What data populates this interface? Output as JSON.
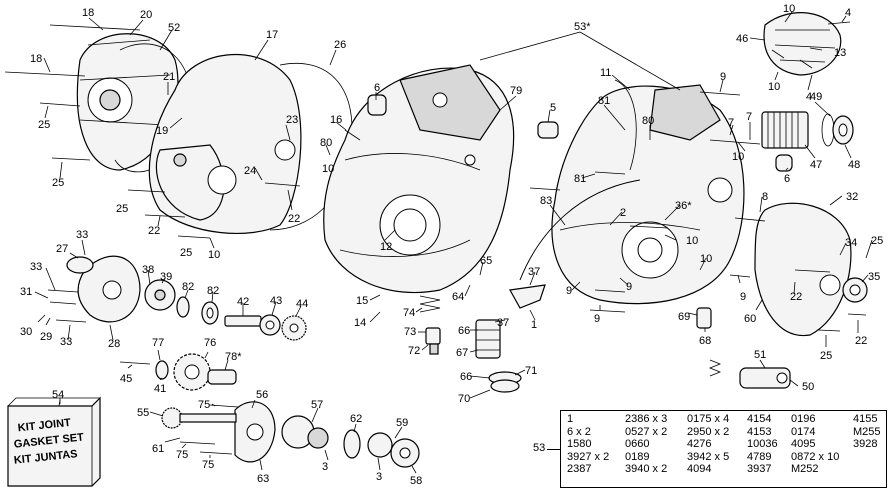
{
  "callouts": {
    "c18a": "18",
    "c20": "20",
    "c52": "52",
    "c18b": "18",
    "c21": "21",
    "c19": "19",
    "c25a": "25",
    "c25b": "25",
    "c17": "17",
    "c26": "26",
    "c23": "23",
    "c24": "24",
    "c16": "16",
    "c80a": "80",
    "c10a": "10",
    "c22a": "22",
    "c25c": "25",
    "c22b": "22",
    "c25d": "25",
    "c10b": "10",
    "c6a": "6",
    "c79": "79",
    "c12": "12",
    "c5": "5",
    "c53top": "53*",
    "c11": "11",
    "c81a": "81",
    "c80b": "80",
    "c9a": "9",
    "c7a": "7",
    "c7b": "7",
    "c10c": "10",
    "c46": "46",
    "c13": "13",
    "c4a": "4",
    "c10d": "10",
    "c4b": "4",
    "c49": "49",
    "c47": "47",
    "c48": "48",
    "c6b": "6",
    "c81b": "81",
    "c83": "83",
    "c2": "2",
    "c36": "36*",
    "c8": "8",
    "c32": "32",
    "c10e": "10",
    "c34": "34",
    "c25e": "25",
    "c35": "35",
    "c33a": "33",
    "c27": "27",
    "c33b": "33",
    "c31": "31",
    "c38": "38",
    "c39": "39",
    "c82a": "82",
    "c82b": "82",
    "c42": "42",
    "c43": "43",
    "c44": "44",
    "c30": "30",
    "c29": "29",
    "c33c": "33",
    "c28": "28",
    "c15": "15",
    "c14": "14",
    "c65": "65",
    "c74": "74",
    "c73": "73",
    "c72": "72",
    "c64": "64",
    "c37a": "37",
    "c37b": "37",
    "c1": "1",
    "c66a": "66",
    "c67": "67",
    "c66b": "66",
    "c71": "71",
    "c70": "70",
    "c9b": "9",
    "c9c": "9",
    "c9d": "9",
    "c10f": "10",
    "c9e": "9",
    "c69": "69",
    "c68": "68",
    "c60": "60",
    "c22c": "22",
    "c25f": "25",
    "c22d": "22",
    "c51": "51",
    "c50": "50",
    "c77": "77",
    "c76": "76",
    "c78": "78*",
    "c45": "45",
    "c41": "41",
    "c54": "54",
    "c55": "55",
    "c75a": "75",
    "c56": "56",
    "c57": "57",
    "c61": "61",
    "c75b": "75",
    "c75c": "75",
    "c63": "63",
    "c62": "62",
    "c3a": "3",
    "c59": "59",
    "c3b": "3",
    "c58": "58"
  },
  "kit_box": {
    "line1": "KIT JOINT",
    "line2": "GASKET SET",
    "line3": "KIT JUNTAS"
  },
  "gasket_table": {
    "label": "53",
    "rows": [
      [
        "1",
        "2386 x 3",
        "0175 x 4",
        "4154",
        "0196",
        "4155"
      ],
      [
        "6        x 2",
        "0527 x 2",
        "2950 x 2",
        "4153",
        "0174",
        "M255"
      ],
      [
        "1580",
        "0660",
        "4276",
        "10036",
        "4095",
        "3928"
      ],
      [
        "3927 x 2",
        "0189",
        "3942 x 5",
        "4789",
        "0872 x 10",
        ""
      ],
      [
        "2387",
        "3940 x 2",
        "4094",
        "3937",
        "M252",
        ""
      ]
    ]
  }
}
